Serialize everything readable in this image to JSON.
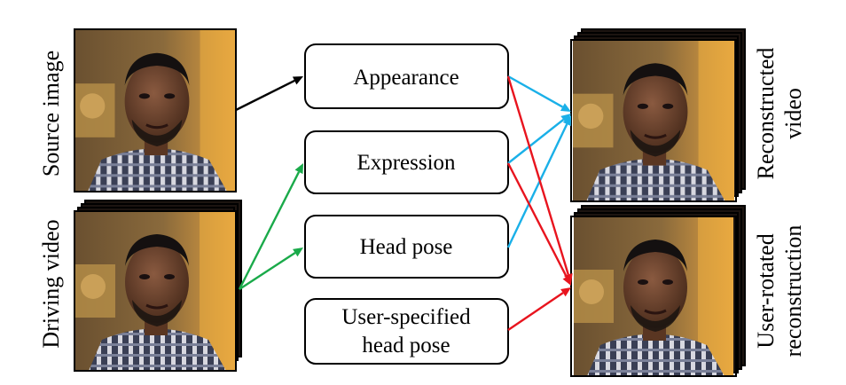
{
  "labels": {
    "source_image": "Source image",
    "driving_video": "Driving video",
    "reconstructed_line1": "Reconstructed",
    "reconstructed_line2": "video",
    "rotated_line1": "User-rotated",
    "rotated_line2": "reconstruction"
  },
  "boxes": {
    "appearance": "Appearance",
    "expression": "Expression",
    "head_pose": "Head pose",
    "user_pose_line1": "User-specified",
    "user_pose_line2": "head pose"
  },
  "colors": {
    "black_arrow": "#000000",
    "green_arrow": "#1aaa4a",
    "blue_arrow": "#1ab0e8",
    "red_arrow": "#e8141e"
  },
  "photo_description_icon": "face-photo"
}
